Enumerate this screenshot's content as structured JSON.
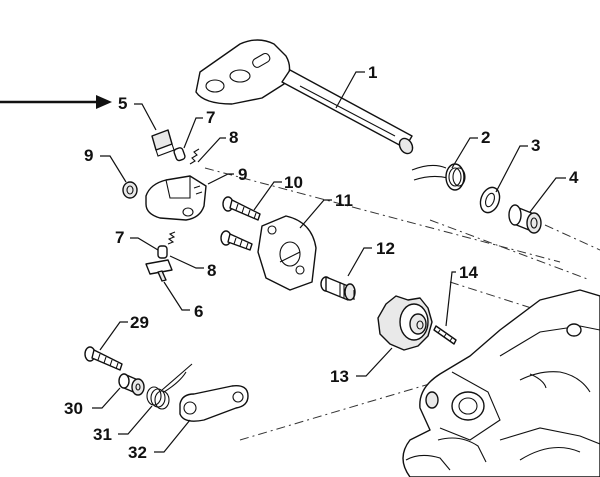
{
  "callouts": [
    {
      "id": "c1",
      "label": "1"
    },
    {
      "id": "c2",
      "label": "2"
    },
    {
      "id": "c3",
      "label": "3"
    },
    {
      "id": "c4",
      "label": "4"
    },
    {
      "id": "c5",
      "label": "5"
    },
    {
      "id": "c6",
      "label": "6"
    },
    {
      "id": "c7a",
      "label": "7"
    },
    {
      "id": "c7b",
      "label": "7"
    },
    {
      "id": "c8a",
      "label": "8"
    },
    {
      "id": "c8b",
      "label": "8"
    },
    {
      "id": "c9a",
      "label": "9"
    },
    {
      "id": "c9b",
      "label": "9"
    },
    {
      "id": "c10",
      "label": "10"
    },
    {
      "id": "c11",
      "label": "11"
    },
    {
      "id": "c12",
      "label": "12"
    },
    {
      "id": "c13",
      "label": "13"
    },
    {
      "id": "c14",
      "label": "14"
    },
    {
      "id": "c29",
      "label": "29"
    },
    {
      "id": "c30",
      "label": "30"
    },
    {
      "id": "c31",
      "label": "31"
    },
    {
      "id": "c32",
      "label": "32"
    }
  ],
  "highlighted_part": "5"
}
